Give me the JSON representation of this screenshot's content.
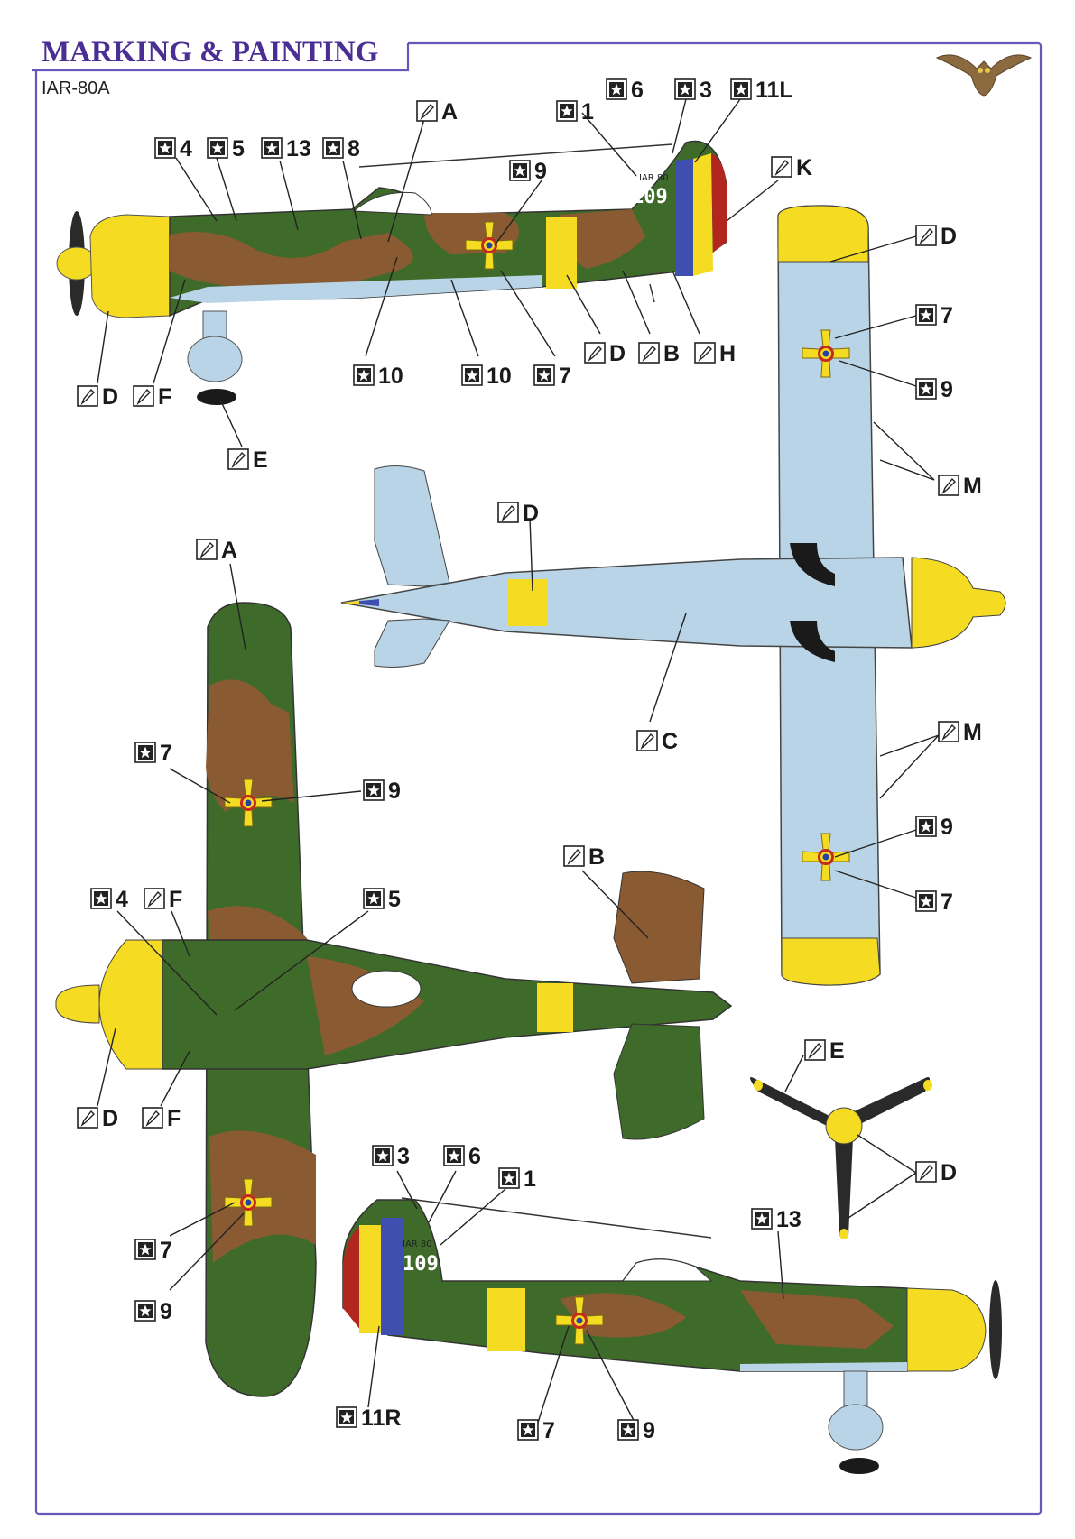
{
  "header": {
    "title": "MARKING & PAINTING",
    "subtitle": "IAR-80A"
  },
  "colors": {
    "frame": "#6a55b8",
    "title": "#4b2e93",
    "green": "#3e6b2a",
    "brown": "#8a5a33",
    "yellow": "#f5dc22",
    "light_blue": "#b9d4e6",
    "roundel_red": "#c42a1f",
    "roundel_blue": "#2b3fa0",
    "fin_red": "#b3261e",
    "fin_blue": "#3f4fb0"
  },
  "aircraft_code": "IAR 80",
  "aircraft_number": "109",
  "legend": {
    "decal_icon": "star-decal-icon",
    "paint_icon": "paint-brush-icon"
  },
  "callouts": {
    "c4": "4",
    "c5": "5",
    "c13": "13",
    "c8": "8",
    "pA": "A",
    "c6": "6",
    "c3": "3",
    "c11L": "11L",
    "c1": "1",
    "c9": "9",
    "pK": "K",
    "pD1": "D",
    "pF1": "F",
    "pE1": "E",
    "c10a": "10",
    "c10b": "10",
    "c7a": "7",
    "pD2": "D",
    "pB1": "B",
    "pH": "H",
    "pD3": "D",
    "c7b": "7",
    "c9b": "9",
    "pM1": "M",
    "pD4": "D",
    "pC": "C",
    "pM2": "M",
    "c9c": "9",
    "c7c": "7",
    "pA2": "A",
    "c7d": "7",
    "c9d": "9",
    "c4b": "4",
    "pF2": "F",
    "c5b": "5",
    "pB2": "B",
    "pD5": "D",
    "pF3": "F",
    "c7e": "7",
    "c9e": "9",
    "pE2": "E",
    "pD6": "D",
    "c3b": "3",
    "c6b": "6",
    "c1b": "1",
    "c13b": "13",
    "c11R": "11R",
    "c7f": "7",
    "c9f": "9"
  }
}
